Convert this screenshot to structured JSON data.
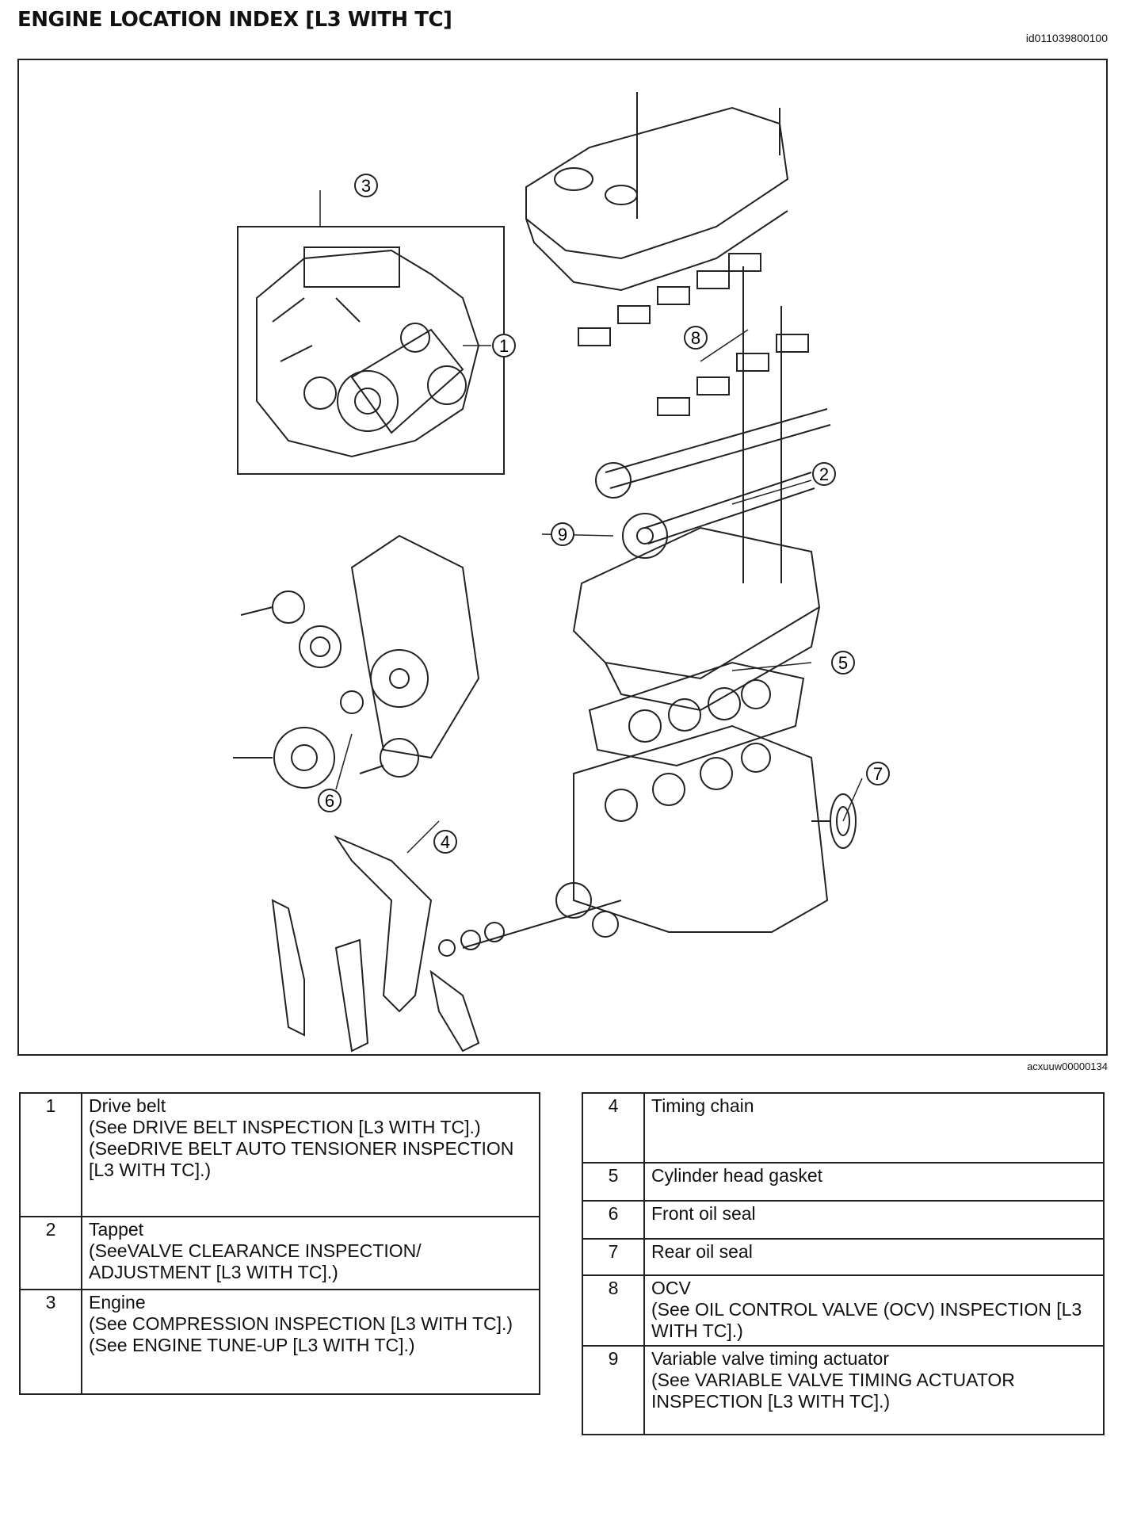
{
  "header": {
    "title": "ENGINE LOCATION INDEX [L3 WITH TC]",
    "doc_id": "id011039800100"
  },
  "figure": {
    "figure_id": "acxuuw00000134",
    "callouts": [
      "1",
      "2",
      "3",
      "4",
      "5",
      "6",
      "7",
      "8",
      "9"
    ]
  },
  "legend": {
    "left": [
      {
        "num": "1",
        "name": "Drive belt",
        "refs": [
          "(See DRIVE BELT INSPECTION [L3 WITH TC].)",
          "(SeeDRIVE BELT AUTO TENSIONER INSPECTION [L3 WITH TC].)"
        ]
      },
      {
        "num": "2",
        "name": "Tappet",
        "refs": [
          "(SeeVALVE CLEARANCE INSPECTION/ ADJUSTMENT [L3 WITH TC].)"
        ]
      },
      {
        "num": "3",
        "name": "Engine",
        "refs": [
          "(See COMPRESSION INSPECTION [L3 WITH TC].)",
          "(See ENGINE TUNE-UP [L3 WITH TC].)"
        ]
      }
    ],
    "right": [
      {
        "num": "4",
        "name": "Timing chain",
        "refs": []
      },
      {
        "num": "5",
        "name": "Cylinder head gasket",
        "refs": []
      },
      {
        "num": "6",
        "name": "Front oil seal",
        "refs": []
      },
      {
        "num": "7",
        "name": "Rear oil seal",
        "refs": []
      },
      {
        "num": "8",
        "name": "OCV",
        "refs": [
          "(See OIL CONTROL VALVE (OCV) INSPECTION [L3 WITH TC].)"
        ]
      },
      {
        "num": "9",
        "name": "Variable valve timing actuator",
        "refs": [
          "(See VARIABLE VALVE TIMING ACTUATOR INSPECTION [L3 WITH TC].)"
        ]
      }
    ]
  }
}
